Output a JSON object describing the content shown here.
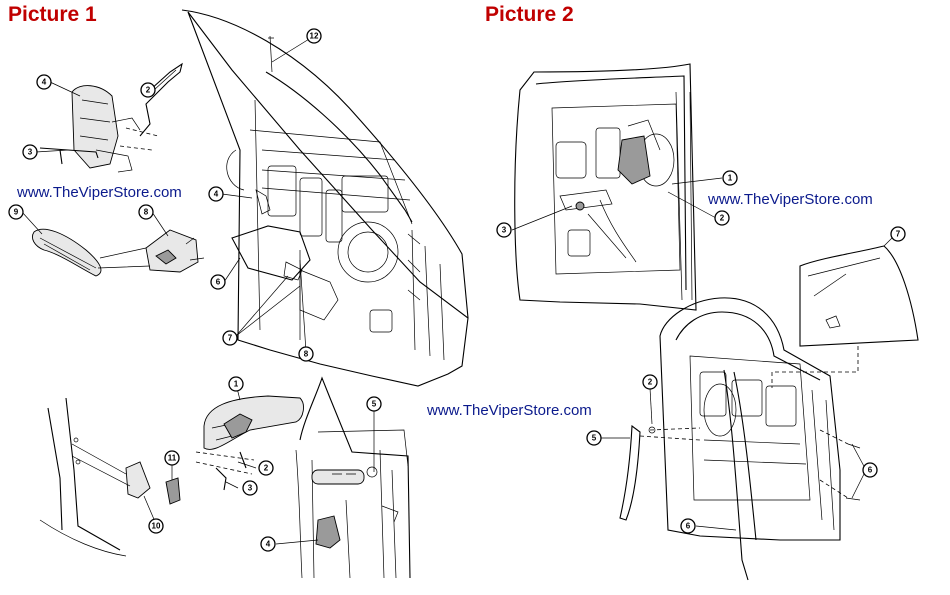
{
  "titles": {
    "picture1": "Picture 1",
    "picture2": "Picture 2"
  },
  "watermark": "www.TheViperStore.com",
  "colors": {
    "title": "#c00000",
    "watermark": "#0b1a8c"
  },
  "callouts": {
    "p1_door": [
      "12",
      "4",
      "6",
      "7",
      "8"
    ],
    "p1_latch": [
      "4",
      "2",
      "3"
    ],
    "p1_handle": [
      "9",
      "8"
    ],
    "p1_striker": [
      "11",
      "10"
    ],
    "p1_exterior": [
      "1",
      "2",
      "3",
      "5",
      "4"
    ],
    "p2_regulator": [
      "1",
      "2",
      "3"
    ],
    "p2_glass": [
      "7",
      "2",
      "5",
      "6",
      "6"
    ]
  }
}
